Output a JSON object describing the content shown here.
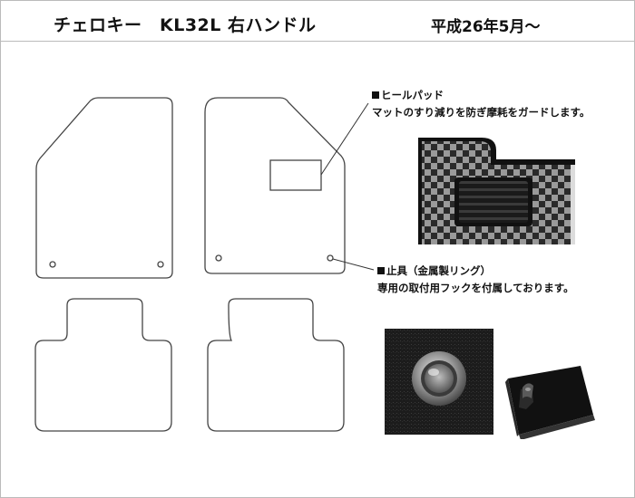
{
  "header": {
    "title": "チェロキー　KL32L 右ハンドル",
    "date": "平成26年5月～"
  },
  "notes": {
    "heel_pad": {
      "heading": "ヒールパッド",
      "description": "マットのすり減りを防ぎ摩耗をガードします。"
    },
    "stopper": {
      "heading": "止具（金属製リング）",
      "description": "専用の取付用フックを付属しております。"
    }
  },
  "colors": {
    "mat_outline": "#444444",
    "check_dark": "#2a2a2a",
    "check_light": "#9a9a9a",
    "carpet": "#1c1c1c"
  }
}
